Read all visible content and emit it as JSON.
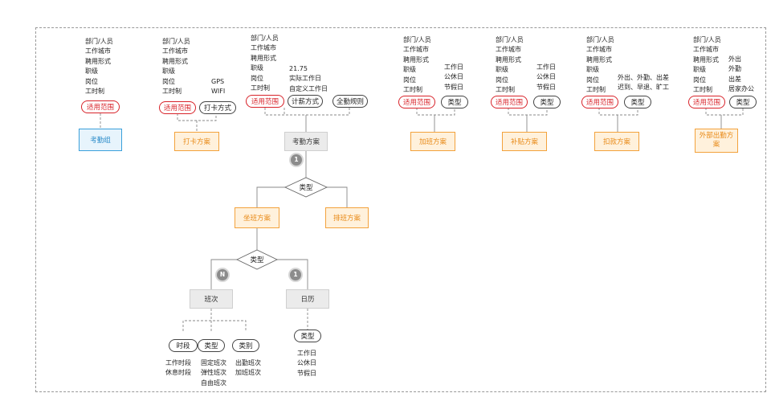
{
  "scope_label": "适用范围",
  "type_label": "类型",
  "attendance_group": {
    "fields": "部门/人员\n工作城市\n聘用形式\n职级\n岗位\n工时制",
    "box": "考勤组"
  },
  "clock_plan": {
    "fields": "部门/人员\n工作城市\n聘用形式\n职级\n岗位\n工时制",
    "methods": "GPS\nWIFI",
    "method_oval": "打卡方式",
    "box": "打卡方案"
  },
  "attendance_plan": {
    "fields": "部门/人员\n工作城市\n聘用形式\n职级\n岗位\n工时制",
    "pay_items": "21.75\n实际工作日\n自定义工作日",
    "pay_oval": "计薪方式",
    "full_oval": "全勤规则",
    "box": "考勤方案",
    "badge": "1",
    "diamond": "类型",
    "fixed_box": "坐班方案",
    "shift_box": "排班方案",
    "badge_n": "N",
    "badge_1": "1",
    "diamond2": "类型",
    "class_box": "班次",
    "calendar_box": "日历",
    "period_oval": "时段",
    "class_type_oval": "类型",
    "category_oval": "类别",
    "period_items": "工作时段\n休息时段",
    "class_type_items": "固定班次\n弹性班次\n自由班次",
    "category_items": "出勤班次\n加班班次",
    "calendar_type_oval": "类型",
    "calendar_items": "工作日\n公休日\n节假日"
  },
  "overtime_plan": {
    "fields": "部门/人员\n工作城市\n聘用形式\n职级\n岗位\n工时制",
    "types": "工作日\n公休日\n节假日",
    "box": "加班方案"
  },
  "allowance_plan": {
    "fields": "部门/人员\n工作城市\n聘用形式\n职级\n岗位\n工时制",
    "types": "工作日\n公休日\n节假日",
    "box": "补贴方案"
  },
  "deduction_plan": {
    "fields": "部门/人员\n工作城市\n聘用形式\n职级\n岗位\n工时制",
    "types": "外出、外勤、出差\n迟到、早退、旷工",
    "box": "扣款方案"
  },
  "field_plan": {
    "fields": "部门/人员\n工作城市\n聘用形式\n职级\n岗位\n工时制",
    "types": "外出\n外勤\n出差\n居家办公",
    "box": "外部出勤方案"
  }
}
